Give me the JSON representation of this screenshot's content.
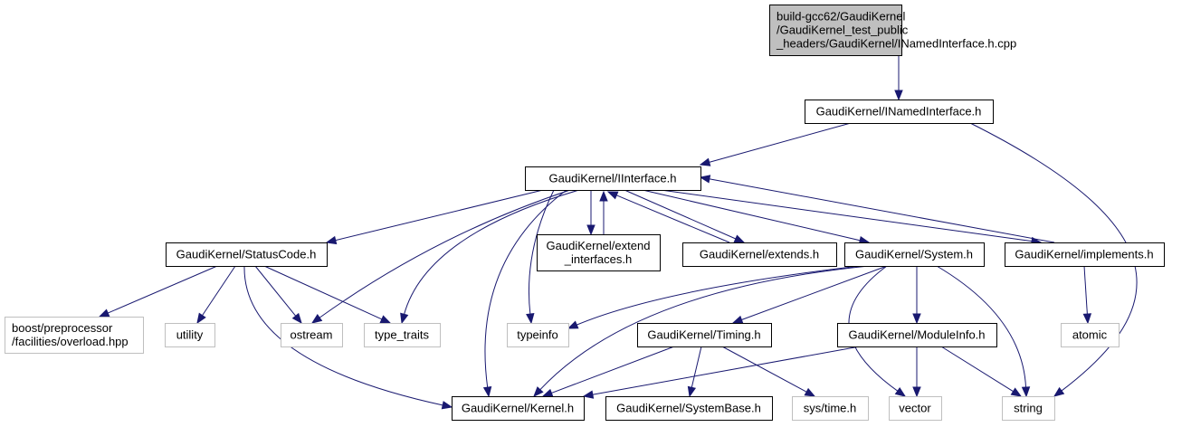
{
  "diagram": {
    "type": "include-dependency-graph",
    "colors": {
      "edge": "#191970",
      "root_fill": "#bfbfbf",
      "node_border": "#000000",
      "external_border": "#bfbfbf"
    },
    "nodes": [
      {
        "id": "root",
        "kind": "root",
        "lines": [
          "build-gcc62/GaudiKernel",
          "/GaudiKernel_test_public",
          "_headers/GaudiKernel/INamedInterface.h.cpp"
        ]
      },
      {
        "id": "inamed",
        "kind": "main",
        "lines": [
          "GaudiKernel/INamedInterface.h"
        ]
      },
      {
        "id": "iinterface",
        "kind": "main",
        "lines": [
          "GaudiKernel/IInterface.h"
        ]
      },
      {
        "id": "statuscode",
        "kind": "main",
        "lines": [
          "GaudiKernel/StatusCode.h"
        ]
      },
      {
        "id": "extend_interfaces",
        "kind": "main",
        "lines": [
          "GaudiKernel/extend",
          "_interfaces.h"
        ]
      },
      {
        "id": "extends",
        "kind": "main",
        "lines": [
          "GaudiKernel/extends.h"
        ]
      },
      {
        "id": "system",
        "kind": "main",
        "lines": [
          "GaudiKernel/System.h"
        ]
      },
      {
        "id": "implements",
        "kind": "main",
        "lines": [
          "GaudiKernel/implements.h"
        ]
      },
      {
        "id": "boost",
        "kind": "ext",
        "lines": [
          "boost/preprocessor",
          "/facilities/overload.hpp"
        ]
      },
      {
        "id": "utility",
        "kind": "ext",
        "lines": [
          "utility"
        ]
      },
      {
        "id": "ostream",
        "kind": "ext",
        "lines": [
          "ostream"
        ]
      },
      {
        "id": "type_traits",
        "kind": "ext",
        "lines": [
          "type_traits"
        ]
      },
      {
        "id": "typeinfo",
        "kind": "ext",
        "lines": [
          "typeinfo"
        ]
      },
      {
        "id": "timing",
        "kind": "main",
        "lines": [
          "GaudiKernel/Timing.h"
        ]
      },
      {
        "id": "moduleinfo",
        "kind": "main",
        "lines": [
          "GaudiKernel/ModuleInfo.h"
        ]
      },
      {
        "id": "atomic",
        "kind": "ext",
        "lines": [
          "atomic"
        ]
      },
      {
        "id": "kernel",
        "kind": "main",
        "lines": [
          "GaudiKernel/Kernel.h"
        ]
      },
      {
        "id": "systembase",
        "kind": "main",
        "lines": [
          "GaudiKernel/SystemBase.h"
        ]
      },
      {
        "id": "systime",
        "kind": "ext",
        "lines": [
          "sys/time.h"
        ]
      },
      {
        "id": "vector",
        "kind": "ext",
        "lines": [
          "vector"
        ]
      },
      {
        "id": "string",
        "kind": "ext",
        "lines": [
          "string"
        ]
      }
    ],
    "edges": [
      {
        "from": "root",
        "to": "inamed"
      },
      {
        "from": "inamed",
        "to": "iinterface"
      },
      {
        "from": "inamed",
        "to": "string"
      },
      {
        "from": "iinterface",
        "to": "statuscode"
      },
      {
        "from": "iinterface",
        "to": "extend_interfaces"
      },
      {
        "from": "extend_interfaces",
        "to": "iinterface"
      },
      {
        "from": "iinterface",
        "to": "extends"
      },
      {
        "from": "extends",
        "to": "iinterface"
      },
      {
        "from": "iinterface",
        "to": "system"
      },
      {
        "from": "iinterface",
        "to": "implements"
      },
      {
        "from": "implements",
        "to": "iinterface"
      },
      {
        "from": "iinterface",
        "to": "ostream"
      },
      {
        "from": "iinterface",
        "to": "type_traits"
      },
      {
        "from": "iinterface",
        "to": "typeinfo"
      },
      {
        "from": "iinterface",
        "to": "kernel"
      },
      {
        "from": "statuscode",
        "to": "boost"
      },
      {
        "from": "statuscode",
        "to": "utility"
      },
      {
        "from": "statuscode",
        "to": "ostream"
      },
      {
        "from": "statuscode",
        "to": "type_traits"
      },
      {
        "from": "statuscode",
        "to": "kernel"
      },
      {
        "from": "system",
        "to": "typeinfo"
      },
      {
        "from": "system",
        "to": "kernel"
      },
      {
        "from": "system",
        "to": "timing"
      },
      {
        "from": "system",
        "to": "moduleinfo"
      },
      {
        "from": "system",
        "to": "vector"
      },
      {
        "from": "system",
        "to": "string"
      },
      {
        "from": "implements",
        "to": "atomic"
      },
      {
        "from": "timing",
        "to": "kernel"
      },
      {
        "from": "timing",
        "to": "systembase"
      },
      {
        "from": "timing",
        "to": "systime"
      },
      {
        "from": "moduleinfo",
        "to": "kernel"
      },
      {
        "from": "moduleinfo",
        "to": "vector"
      },
      {
        "from": "moduleinfo",
        "to": "string"
      }
    ]
  }
}
